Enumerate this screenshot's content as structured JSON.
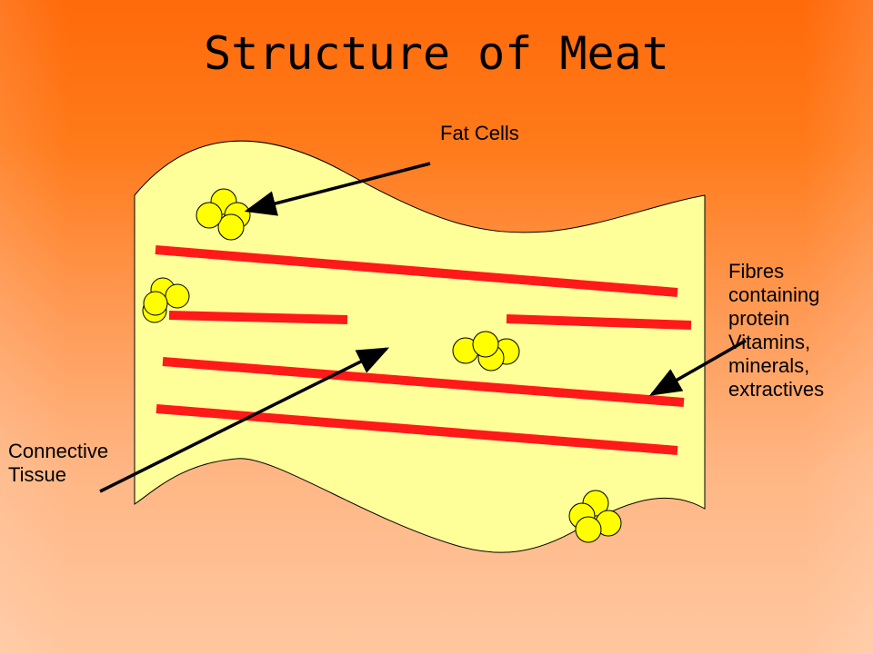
{
  "slide": {
    "title": "Structure of Meat",
    "labels": {
      "fat_cells": "Fat Cells",
      "fibres": [
        "Fibres",
        "containing",
        "protein",
        "Vitamins,",
        "minerals,",
        "extractives"
      ],
      "connective_tissue": [
        "Connective",
        "Tissue"
      ]
    }
  },
  "colors": {
    "background_top": "#ff6a0a",
    "background_bottom": "#ffc79f",
    "meat_sheet": "#ffff99",
    "fibre": "#ff1a1a",
    "fat_cell": "#ffff00",
    "outline": "#000000"
  }
}
